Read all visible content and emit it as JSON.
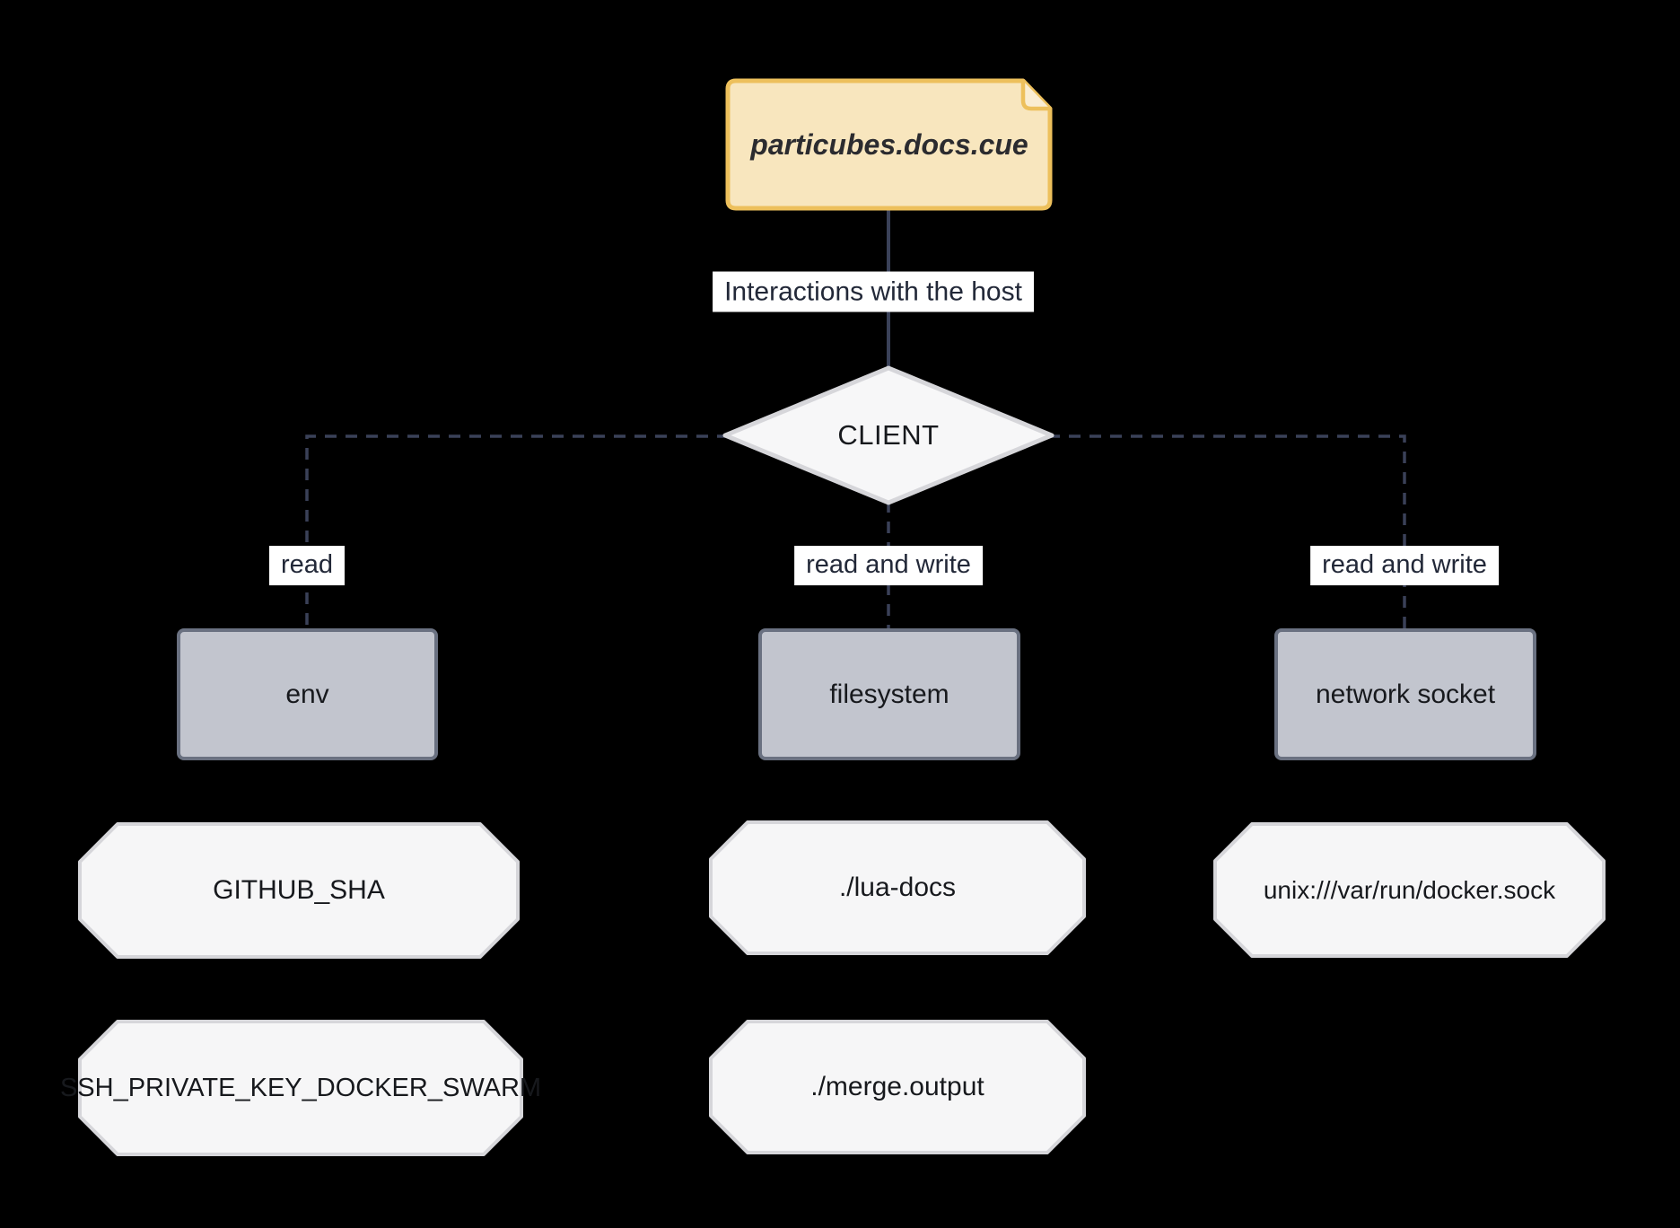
{
  "diagram": {
    "type": "flowchart",
    "background": "#000000",
    "note": {
      "label": "particubes.docs.cue",
      "fill": "#F8E6BE",
      "border": "#EDC05C"
    },
    "root_edge": {
      "label": "Interactions with the host"
    },
    "client": {
      "label": "CLIENT",
      "fill": "#F7F7F8",
      "border": "#D6D6DA"
    },
    "branches": [
      {
        "edge_label": "read",
        "resource": "env",
        "items": [
          "GITHUB_SHA",
          "SSH_PRIVATE_KEY_DOCKER_SWARM"
        ]
      },
      {
        "edge_label": "read and write",
        "resource": "filesystem",
        "items": [
          "./lua-docs",
          "./merge.output"
        ]
      },
      {
        "edge_label": "read and write",
        "resource": "network socket",
        "items": [
          "unix:///var/run/docker.sock"
        ]
      }
    ],
    "colors": {
      "resource_fill": "#C2C5CE",
      "resource_border": "#6A7181",
      "item_fill": "#F6F6F7",
      "item_border": "#D6D6DA",
      "edge_line": "#3A4158",
      "edge_label_bg": "#FFFFFF",
      "edge_label_text": "#222838"
    }
  }
}
